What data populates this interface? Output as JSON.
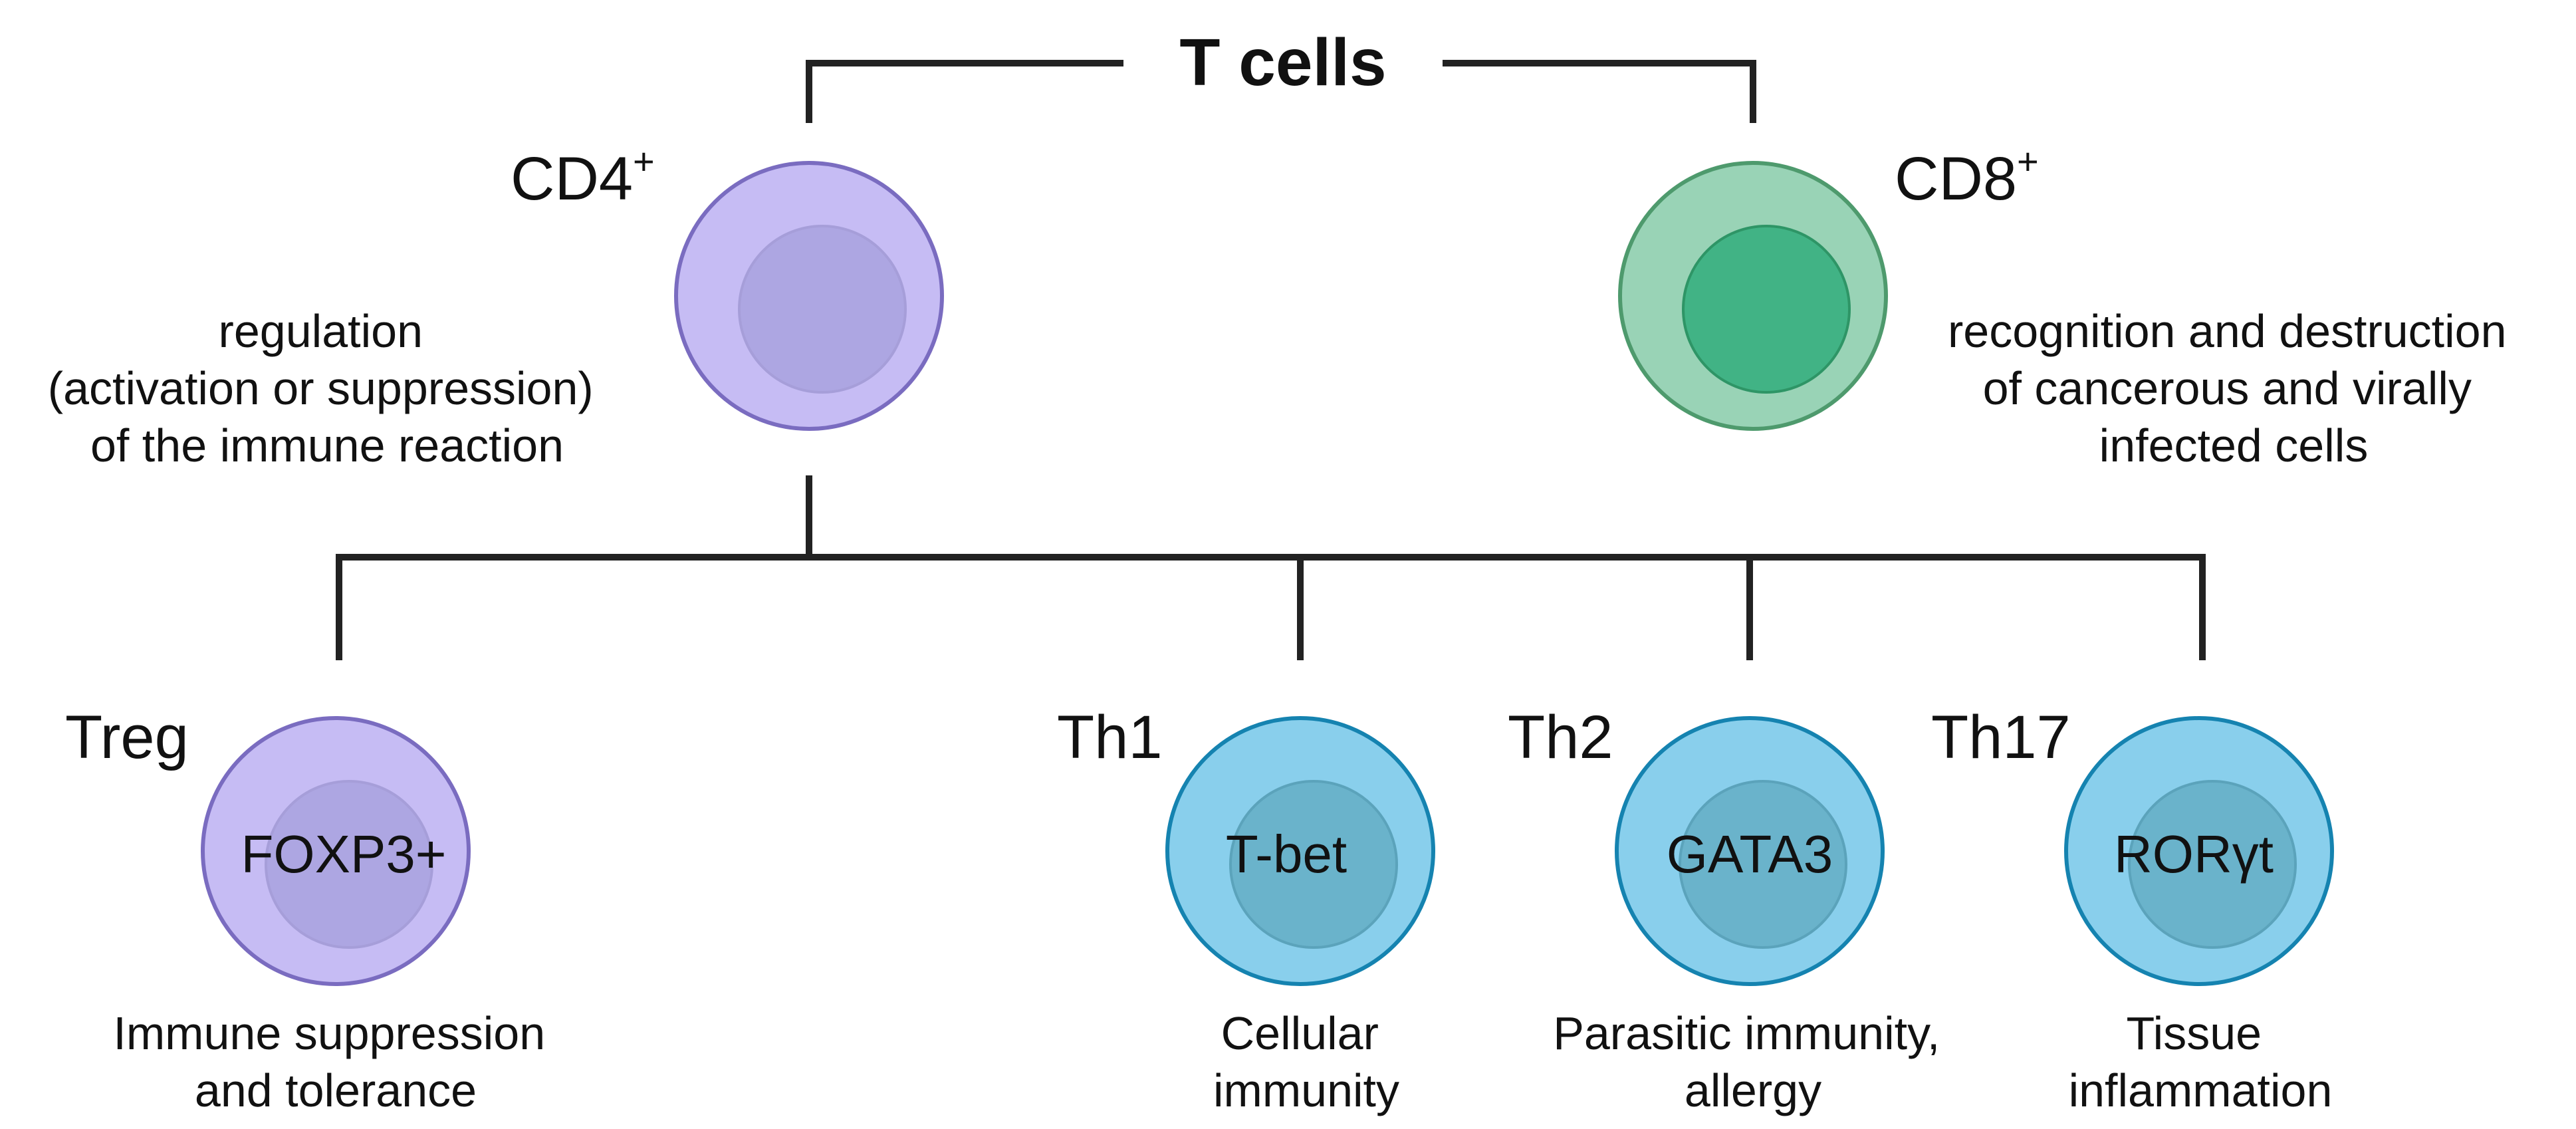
{
  "title": "T cells",
  "colors": {
    "line": "#222222",
    "text": "#111111",
    "purple_outer_fill": "#C6BCF4",
    "purple_inner_fill": "#ADA6E2",
    "purple_stroke": "#7A6CC0",
    "purple_inner_stroke": "#A69ED9",
    "green_outer_fill": "#99D3B6",
    "green_inner_fill": "#41B385",
    "green_stroke": "#4E9A6D",
    "green_inner_stroke": "#2E9566",
    "blue_outer_fill": "#89CFEC",
    "blue_inner_fill": "#6AB3CB",
    "blue_stroke": "#1583B0",
    "blue_inner_stroke": "#5BA3BB"
  },
  "lineages": {
    "cd4": {
      "label": "CD4",
      "superscript": "+",
      "description": [
        "regulation",
        "(activation or suppression)",
        "of the immune reaction"
      ],
      "cell_icon": "cd4-t-cell-icon"
    },
    "cd8": {
      "label": "CD8",
      "superscript": "+",
      "description": [
        "recognition and destruction",
        "of cancerous and virally",
        "infected cells"
      ],
      "cell_icon": "cd8-t-cell-icon"
    }
  },
  "subsets": [
    {
      "id": "treg",
      "label": "Treg",
      "marker": "FOXP3+",
      "function": [
        "Immune suppression",
        "and tolerance"
      ],
      "color": "purple"
    },
    {
      "id": "th1",
      "label": "Th1",
      "marker": "T-bet",
      "function": [
        "Cellular",
        "immunity"
      ],
      "color": "blue"
    },
    {
      "id": "th2",
      "label": "Th2",
      "marker": "GATA3",
      "function": [
        "Parasitic immunity,",
        "allergy"
      ],
      "color": "blue"
    },
    {
      "id": "th17",
      "label": "Th17",
      "marker": "RORγt",
      "function": [
        "Tissue",
        "inflammation"
      ],
      "color": "blue"
    }
  ]
}
